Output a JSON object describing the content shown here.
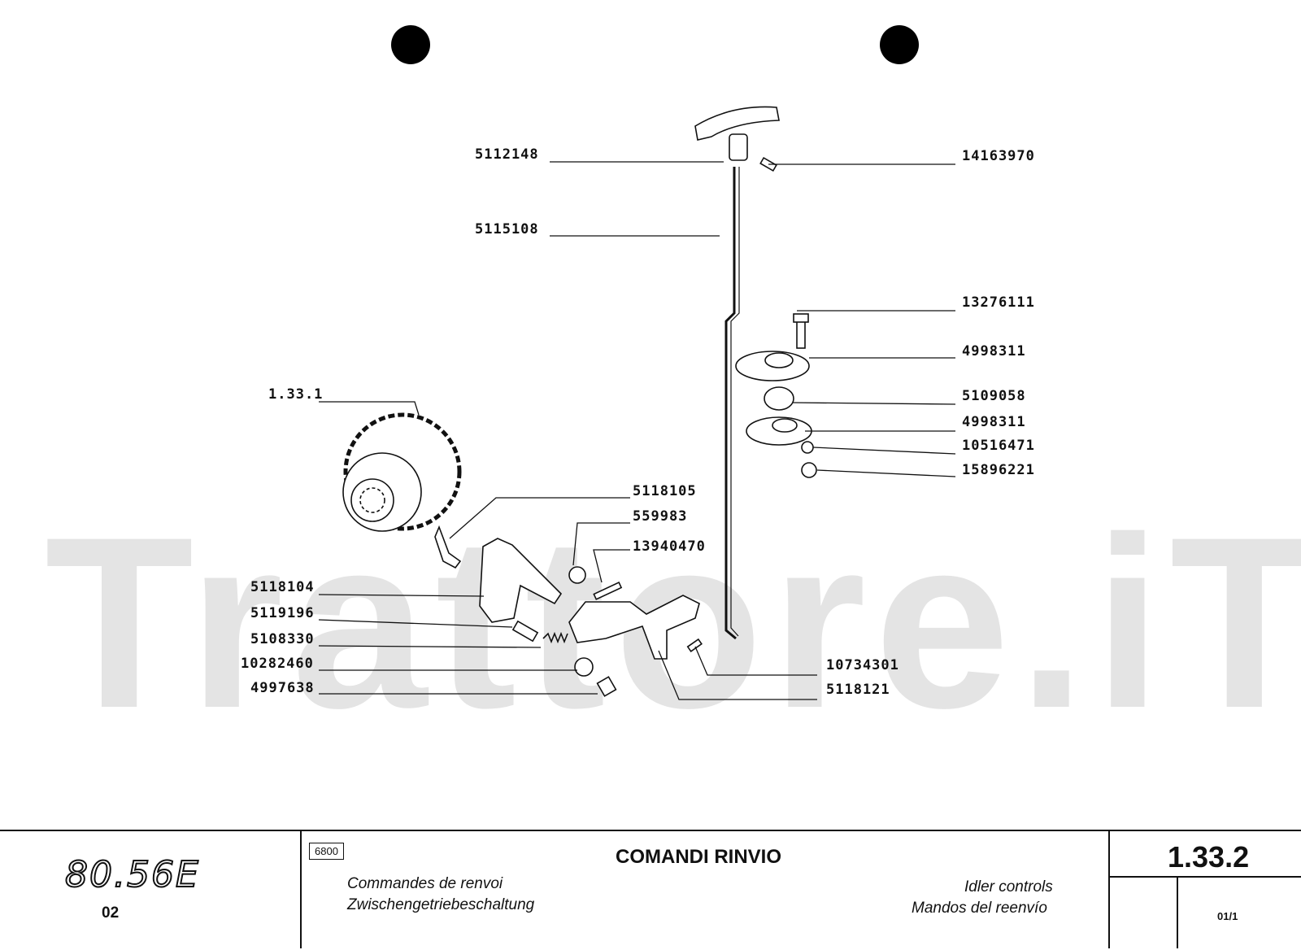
{
  "callouts": [
    {
      "id": "c1",
      "text": "5112148"
    },
    {
      "id": "c2",
      "text": "14163970"
    },
    {
      "id": "c3",
      "text": "5115108"
    },
    {
      "id": "c4",
      "text": "13276111"
    },
    {
      "id": "c5",
      "text": "4998311"
    },
    {
      "id": "c6",
      "text": "5109058"
    },
    {
      "id": "c7",
      "text": "4998311"
    },
    {
      "id": "c8",
      "text": "10516471"
    },
    {
      "id": "c9",
      "text": "15896221"
    },
    {
      "id": "c10",
      "text": "1.33.1"
    },
    {
      "id": "c11",
      "text": "5118105"
    },
    {
      "id": "c12",
      "text": "559983"
    },
    {
      "id": "c13",
      "text": "13940470"
    },
    {
      "id": "c14",
      "text": "5118104"
    },
    {
      "id": "c15",
      "text": "5119196"
    },
    {
      "id": "c16",
      "text": "5108330"
    },
    {
      "id": "c17",
      "text": "10282460"
    },
    {
      "id": "c18",
      "text": "4997638"
    },
    {
      "id": "c19",
      "text": "10734301"
    },
    {
      "id": "c20",
      "text": "5118121"
    }
  ],
  "watermark": "Trattore.iT",
  "titleblock": {
    "model": "80.56E",
    "model_sub": "02",
    "section_code": "6800",
    "title": "COMANDI RINVIO",
    "fr": "Commandes de renvoi",
    "de": "Zwischengetriebeschaltung",
    "en": "Idler controls",
    "es": "Mandos del reenvío",
    "page": "1.33.2",
    "sheet": "01/1"
  }
}
